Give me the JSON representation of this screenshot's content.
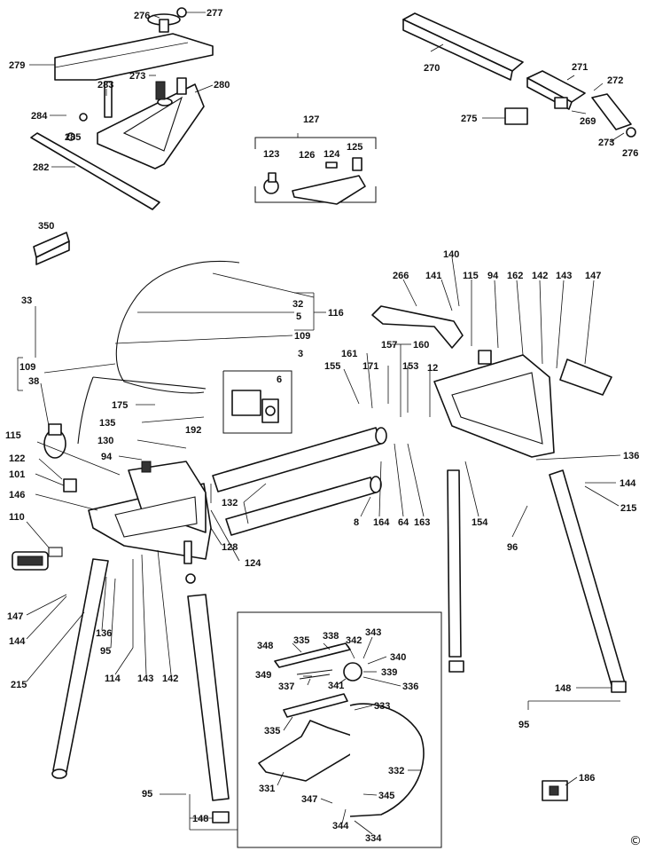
{
  "copyright_symbol": "©",
  "labels": [
    "276",
    "277",
    "279",
    "273",
    "283",
    "280",
    "284",
    "285",
    "282",
    "270",
    "271",
    "272",
    "275",
    "269",
    "273",
    "276",
    "127",
    "123",
    "126",
    "124",
    "125",
    "350",
    "140",
    "266",
    "141",
    "115",
    "94",
    "162",
    "142",
    "143",
    "147",
    "32",
    "5",
    "116",
    "109",
    "3",
    "33",
    "109",
    "38",
    "6",
    "157",
    "160",
    "155",
    "161",
    "171",
    "153",
    "12",
    "175",
    "135",
    "192",
    "130",
    "94",
    "115",
    "122",
    "101",
    "146",
    "110",
    "132",
    "8",
    "164",
    "64",
    "163",
    "154",
    "136",
    "144",
    "215",
    "96",
    "124",
    "128",
    "147",
    "144",
    "136",
    "95",
    "143",
    "142",
    "114",
    "215",
    "148",
    "95",
    "95",
    "148",
    "348",
    "335",
    "338",
    "342",
    "343",
    "340",
    "349",
    "339",
    "337",
    "341",
    "336",
    "333",
    "335",
    "331",
    "332",
    "347",
    "345",
    "344",
    "334",
    "186"
  ]
}
